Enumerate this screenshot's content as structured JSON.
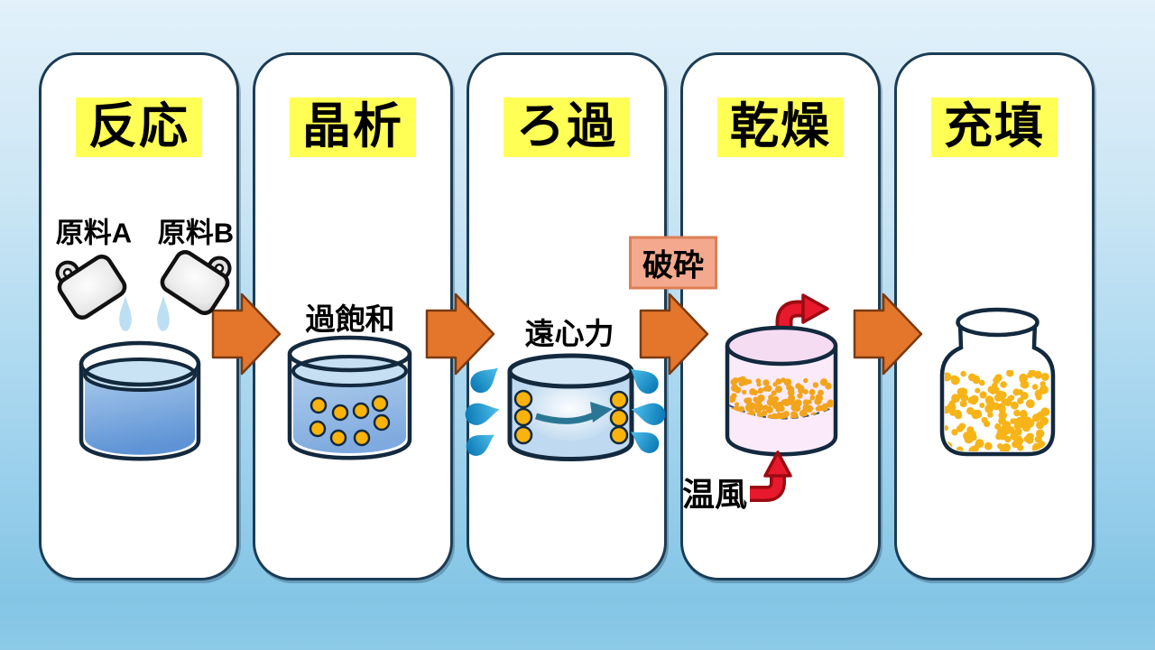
{
  "diagram": {
    "type": "process-flow",
    "direction": "left-to-right",
    "stage_count": 5
  },
  "stages": [
    {
      "id": "reaction",
      "title": "反応",
      "labels": {
        "material_a": "原料A",
        "material_b": "原料B"
      }
    },
    {
      "id": "crystallization",
      "title": "晶析",
      "labels": {
        "supersaturation": "過飽和"
      }
    },
    {
      "id": "filtration",
      "title": "ろ過",
      "labels": {
        "centrifugal_force": "遠心力"
      }
    },
    {
      "id": "drying",
      "title": "乾燥",
      "labels": {
        "crushing": "破砕",
        "hot_air": "温風"
      }
    },
    {
      "id": "filling",
      "title": "充填",
      "labels": {}
    }
  ],
  "colors": {
    "background_top": "#E2F1FA",
    "background_bottom": "#8CCAE8",
    "panel_bg": "#FFFFFF",
    "panel_border": "#1C3C55",
    "stage_title_bg": "#FFFF55",
    "flow_arrow": "#E4762B",
    "flow_arrow_outline": "#7A3A10",
    "crush_label_bg": "#F4A98E",
    "crush_label_border": "#DD8057",
    "red_arrow": "#E8192C",
    "red_arrow_outline": "#9C0A12",
    "liquid_blue": "#5E93D5",
    "crystal_yellow": "#F9B30A",
    "granule_orange": "#F2A41C",
    "granule_jar_yellow": "#F7B418",
    "droplet_blue": "#0B79B6",
    "falling_drop_blue": "#BCDFF4",
    "drying_vessel_pink": "#FBEBFA",
    "outline_navy": "#13293E",
    "rotation_arrow_teal": "#2A7795"
  }
}
